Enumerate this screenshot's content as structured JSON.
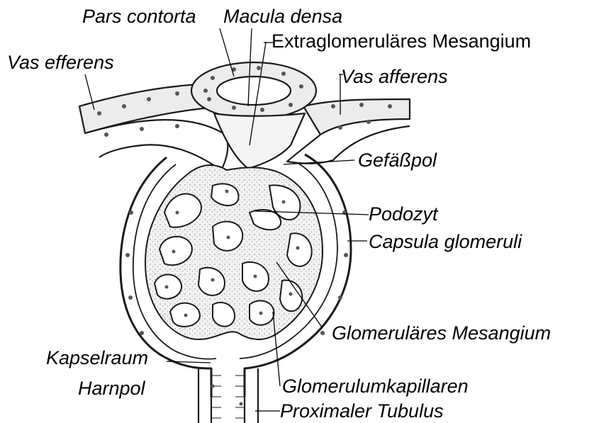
{
  "labels": {
    "pars_contorta": "Pars contorta",
    "macula_densa": "Macula densa",
    "extraglomerulaeres_mesangium": "Extraglomeruläres Mesangium",
    "vas_efferens": "Vas efferens",
    "vas_afferens": "Vas afferens",
    "gefaesspol": "Gefäßpol",
    "podozyt": "Podozyt",
    "capsula_glomeruli": "Capsula glomeruli",
    "glomerulaeres_mesangium": "Glomeruläres Mesangium",
    "kapselraum": "Kapselraum",
    "harnpol": "Harnpol",
    "glomerulumkapillaren": "Glomerulumkapillaren",
    "proximaler_tubulus": "Proximaler Tubulus"
  },
  "colors": {
    "ink": "#1a1a1a",
    "stipple": "#d9d9d9",
    "cell": "#eeeeee",
    "background": "#ffffff"
  }
}
